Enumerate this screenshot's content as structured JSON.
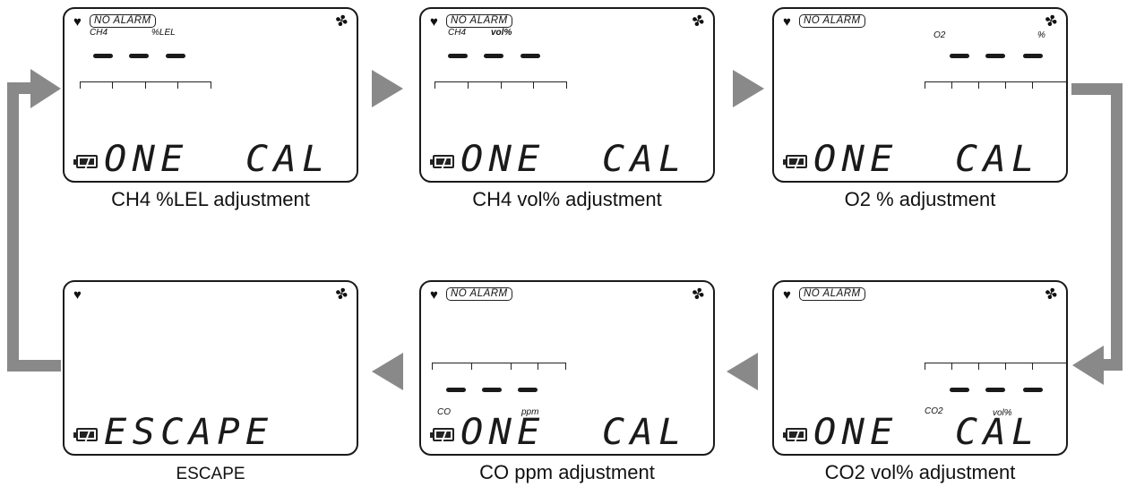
{
  "screens": [
    {
      "id": "ch4-lel",
      "alarm": "NO ALARM",
      "label_gas": "CH4",
      "label_unit": "%LEL",
      "bottom_text": "ONE  CAL",
      "caption": "CH4 %LEL adjustment"
    },
    {
      "id": "ch4-vol",
      "alarm": "NO ALARM",
      "label_gas": "CH4",
      "label_unit": "vol%",
      "bottom_text": "ONE  CAL",
      "caption": "CH4 vol% adjustment"
    },
    {
      "id": "o2",
      "alarm": "NO ALARM",
      "label_gas": "O2",
      "label_unit": "%",
      "bottom_text": "ONE  CAL",
      "caption": "O2 % adjustment"
    },
    {
      "id": "co2",
      "alarm": "NO ALARM",
      "label_gas": "CO2",
      "label_unit": "vol%",
      "bottom_text": "ONE  CAL",
      "caption": "CO2 vol% adjustment"
    },
    {
      "id": "co",
      "alarm": "NO ALARM",
      "label_gas": "CO",
      "label_unit": "ppm",
      "bottom_text": "ONE  CAL",
      "caption": "CO ppm adjustment"
    },
    {
      "id": "escape",
      "alarm": "",
      "label_gas": "",
      "label_unit": "",
      "bottom_text": "ESCAPE",
      "caption": "ESCAPE"
    }
  ],
  "icons": {
    "heart": "heart-icon",
    "fan": "fan-icon",
    "battery": "battery-icon",
    "arrow": "arrow-icon"
  },
  "colors": {
    "arrow": "#898989",
    "lcd_ink": "#1a1a1a"
  }
}
